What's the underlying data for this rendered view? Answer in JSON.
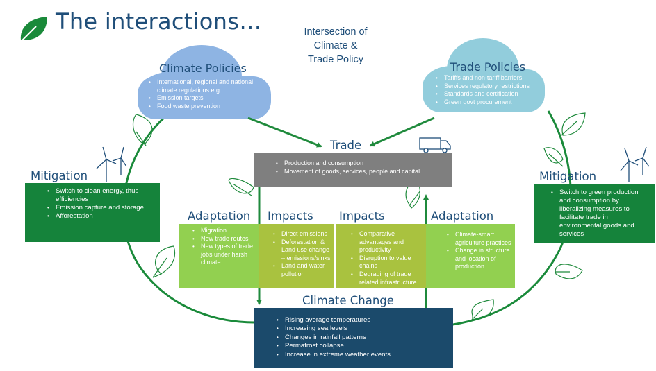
{
  "header": {
    "title": "The interactions…",
    "subtitle_lines": [
      "Intersection of",
      "Climate &",
      "Trade Policy"
    ]
  },
  "climate_policies": {
    "title": "Climate Policies",
    "items": [
      "International, regional and national climate regulations e.g.",
      "Emission targets",
      "Food waste prevention"
    ]
  },
  "trade_policies": {
    "title": "Trade Policies",
    "items": [
      "Tariffs and non-tariff barriers",
      "Services regulatory restrictions",
      "Standards and certification",
      "Green govt procurement"
    ]
  },
  "trade": {
    "title": "Trade",
    "items": [
      "Production and consumption",
      "Movement of goods, services, people and capital"
    ]
  },
  "mitigation_left": {
    "title": "Mitigation",
    "items": [
      "Switch to clean energy, thus efficiencies",
      "Emission capture and storage",
      "Afforestation"
    ]
  },
  "mitigation_right": {
    "title": "Mitigation",
    "items": [
      "Switch to green production and consumption by liberalizing measures to facilitate trade in environmental  goods and services"
    ]
  },
  "adaptation_left": {
    "title": "Adaptation",
    "items": [
      "Migration",
      "New trade routes",
      "New types of trade jobs  under harsh climate"
    ]
  },
  "impacts_left": {
    "title": "Impacts",
    "items": [
      "Direct emissions",
      "Deforestation & Land use change – emissions/sinks",
      "Land and water pollution"
    ]
  },
  "impacts_right": {
    "title": "Impacts",
    "items": [
      "Comparative advantages and productivity",
      "Disruption to value chains",
      "Degrading of trade related infrastructure"
    ]
  },
  "adaptation_right": {
    "title": "Adaptation",
    "items": [
      "Climate-smart agriculture practices",
      "Change in structure and location of production"
    ]
  },
  "climate_change": {
    "title": "Climate Change",
    "items": [
      "Rising average temperatures",
      "Increasing sea levels",
      "Changes in rainfall patterns",
      "Permafrost collapse",
      "Increase in extreme weather events"
    ]
  },
  "icons": {
    "title_leaf": "leaf-icon",
    "truck": "truck-icon",
    "wind_turbines": "wind-turbine-icon",
    "vine_leaves": "leaf-outline-icon"
  },
  "colors": {
    "title_blue": "#1f4e79",
    "green_dark": "#15833b",
    "adaptation_green": "#92d050",
    "impacts_green": "#a9c23f",
    "trade_gray": "#7f7f7f",
    "climate_change_navy": "#1b4a6b",
    "climate_cloud": "#8eb4e3",
    "trade_cloud": "#92cddc"
  }
}
